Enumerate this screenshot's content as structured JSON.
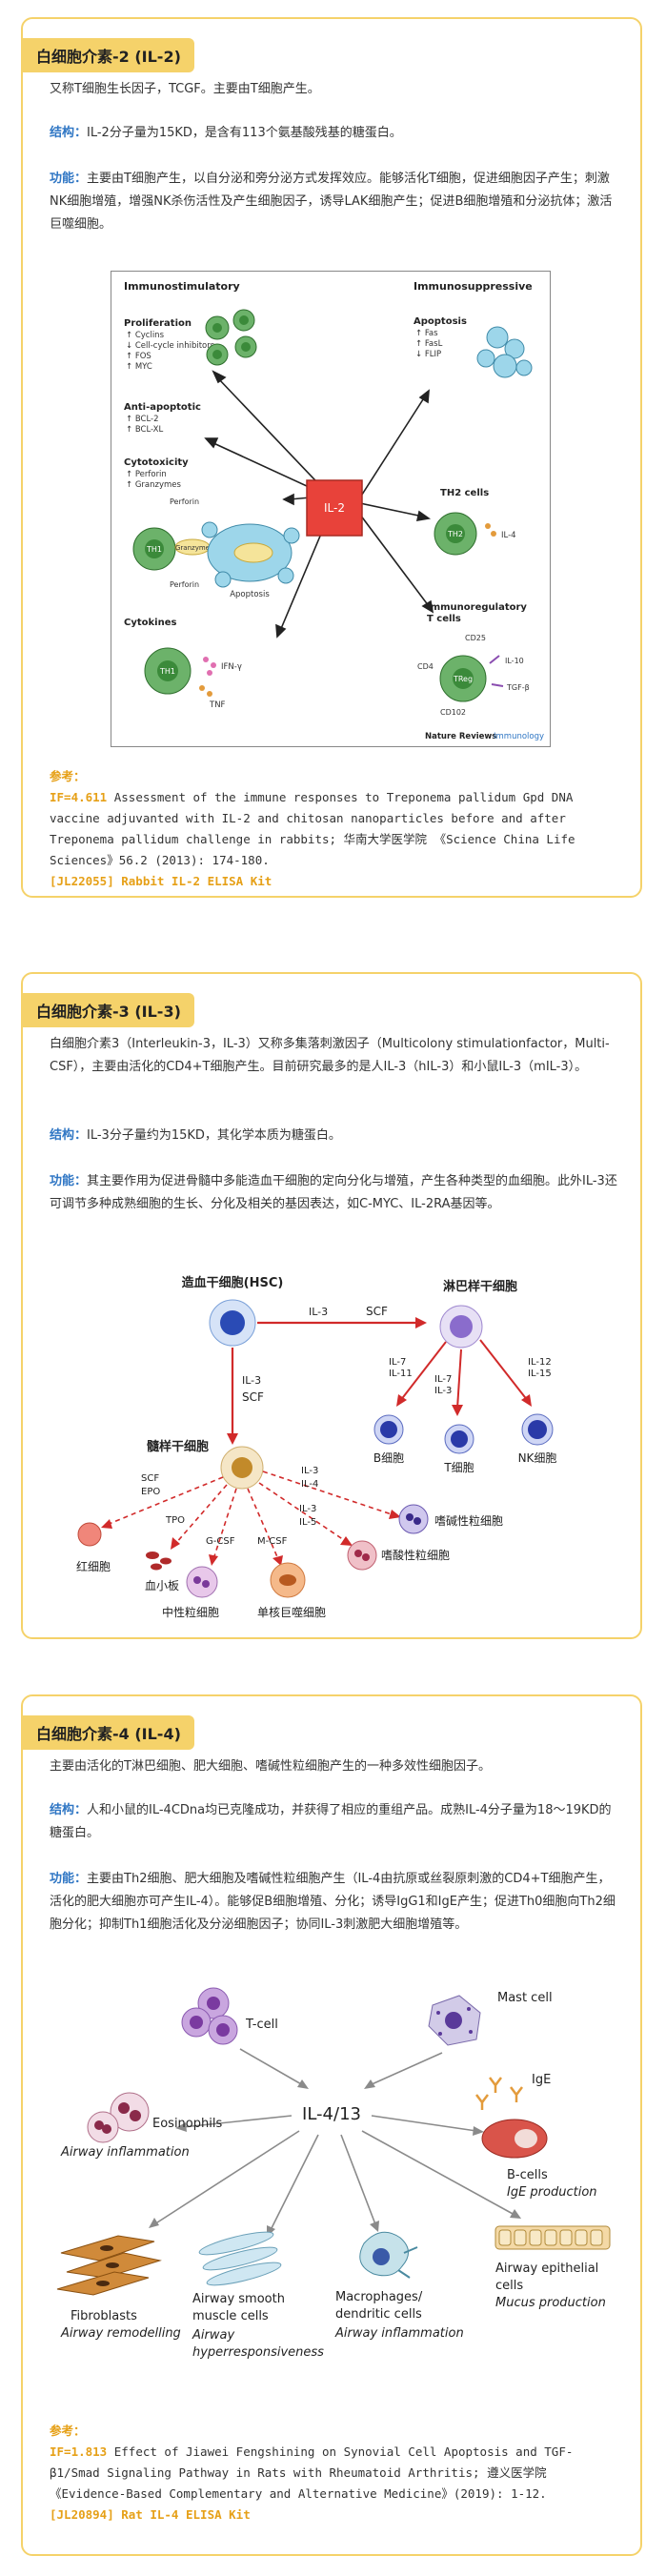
{
  "il2": {
    "title": "白细胞介素-2 (IL-2)",
    "intro": "又称T细胞生长因子，TCGF。主要由T细胞产生。",
    "structure_label": "结构：",
    "structure_text": "IL-2分子量为15KD，是含有113个氨基酸残基的糖蛋白。",
    "function_label": "功能：",
    "function_text": "主要由T细胞产生，以自分泌和旁分泌方式发挥效应。能够活化T细胞，促进细胞因子产生；刺激NK细胞增殖，增强NK杀伤活性及产生细胞因子，诱导LAK细胞产生；促进B细胞增殖和分泌抗体；激活巨噬细胞。",
    "figure": {
      "immunostimulatory": "Immunostimulatory",
      "immunosuppressive": "Immunosuppressive",
      "proliferation": "Proliferation",
      "prolif_items": [
        "↑ Cyclins",
        "↓ Cell-cycle inhibitors",
        "↑ FOS",
        "↑ MYC"
      ],
      "anti_apoptotic": "Anti-apoptotic",
      "anti_items": [
        "↑ BCL-2",
        "↑ BCL-XL"
      ],
      "cytotoxicity": "Cytotoxicity",
      "cyto_items": [
        "↑ Perforin",
        "↑ Granzymes"
      ],
      "perforin": "Perforin",
      "granzyme": "Granzyme",
      "apoptosis_lower": "Apoptosis",
      "cytokines": "Cytokines",
      "ifn": "IFN-γ",
      "tnf": "TNF",
      "center": "IL-2",
      "apoptosis": "Apoptosis",
      "apop_items": [
        "↑ Fas",
        "↑ FasL",
        "↓ FLIP"
      ],
      "th2_cells": "TH2 cells",
      "il4": "IL-4",
      "immunoregulatory": "Immunoregulatory",
      "t_cells": "T cells",
      "cd25": "CD25",
      "cd4": "CD4",
      "il10": "IL-10",
      "tgfb": "TGF-β",
      "cd102": "CD102",
      "th1": "TH1",
      "th2": "TH2",
      "treg": "TReg",
      "source_a": "Nature Reviews",
      "source_b": "Immunology"
    },
    "ref_label": "参考：",
    "ref_if": "IF=4.611",
    "ref_text": " Assessment of the immune responses to Treponema pallidum Gpd DNA vaccine adjuvanted with IL-2 and chitosan nanoparticles before and after Treponema pallidum challenge in rabbits; 华南大学医学院 《Science China Life Sciences》56.2 (2013): 174-180.",
    "kit": "[JL22055] Rabbit IL-2 ELISA Kit"
  },
  "il3": {
    "title": "白细胞介素-3 (IL-3)",
    "intro": "白细胞介素3（Interleukin-3，IL-3）又称多集落刺激因子（Multicolony stimulationfactor，Multi-CSF），主要由活化的CD4+T细胞产生。目前研究最多的是人IL-3（hIL-3）和小鼠IL-3（mIL-3）。",
    "structure_label": "结构：",
    "structure_text": "IL-3分子量约为15KD，其化学本质为糖蛋白。",
    "function_label": "功能：",
    "function_text": "其主要作用为促进骨髓中多能造血干细胞的定向分化与增殖，产生各种类型的血细胞。此外IL-3还可调节多种成熟细胞的生长、分化及相关的基因表达，如C-MYC、IL-2RA基因等。",
    "figure": {
      "hsc": "造血干细胞(HSC)",
      "il3_a": "IL-3",
      "scf_a": "SCF",
      "lymphoid": "淋巴样干细胞",
      "il3_b": "IL-3",
      "scf_b": "SCF",
      "myeloid": "髓样干细胞",
      "il7_a": "IL-7",
      "il11": "IL-11",
      "il7_b": "IL-7",
      "il3_c": "IL-3",
      "il12": "IL-12",
      "il15": "IL-15",
      "bcell": "B细胞",
      "tcell": "T细胞",
      "nkcell": "NK细胞",
      "scf_c": "SCF",
      "epo": "EPO",
      "tpo": "TPO",
      "gcsf": "G-CSF",
      "mcsf": "M-CSF",
      "il3_d": "IL-3",
      "il4": "IL-4",
      "il3_e": "IL-3",
      "il5": "IL-5",
      "rbc": "红细胞",
      "platelet": "血小板",
      "neutrophil": "中性粒细胞",
      "monocyte": "单核巨噬细胞",
      "eosinophil": "嗜酸性粒细胞",
      "basophil": "嗜碱性粒细胞"
    }
  },
  "il4": {
    "title": "白细胞介素-4 (IL-4)",
    "intro": "主要由活化的T淋巴细胞、肥大细胞、嗜碱性粒细胞产生的一种多效性细胞因子。",
    "structure_label": "结构：",
    "structure_text": "人和小鼠的IL-4CDna均已克隆成功，并获得了相应的重组产品。成熟IL-4分子量为18～19KD的糖蛋白。",
    "function_label": "功能：",
    "function_text": "主要由Th2细胞、肥大细胞及嗜碱性粒细胞产生（IL-4由抗原或丝裂原刺激的CD4+T细胞产生，活化的肥大细胞亦可产生IL-4）。能够促B细胞增殖、分化；诱导IgG1和IgE产生；促进Th0细胞向Th2细胞分化；抑制Th1细胞活化及分泌细胞因子；协同IL-3刺激肥大细胞增殖等。",
    "figure": {
      "center": "IL-4/13",
      "tcell": "T-cell",
      "mast": "Mast cell",
      "eos": "Eosinophils",
      "airway_infl": "Airway inflammation",
      "ige": "IgE",
      "bcells": "B-cells",
      "ige_prod": "IgE production",
      "fibro": "Fibroblasts",
      "remodel": "Airway remodelling",
      "smooth1": "Airway smooth",
      "smooth2": "muscle cells",
      "hyper1": "Airway",
      "hyper2": "hyperresponsiveness",
      "macro1": "Macrophages/",
      "macro2": "dendritic cells",
      "macro_infl": "Airway inflammation",
      "epi1": "Airway epithelial",
      "epi2": "cells",
      "mucus": "Mucus production"
    },
    "ref_label": "参考：",
    "ref_if": "IF=1.813",
    "ref_text": " Effect of Jiawei Fengshining on Synovial Cell Apoptosis and TGF-β1/Smad Signaling Pathway in Rats with Rheumatoid Arthritis; 遵义医学院 《Evidence-Based Complementary and Alternative Medicine》(2019): 1-12.",
    "kit": "[JL20894] Rat IL-4 ELISA Kit"
  }
}
